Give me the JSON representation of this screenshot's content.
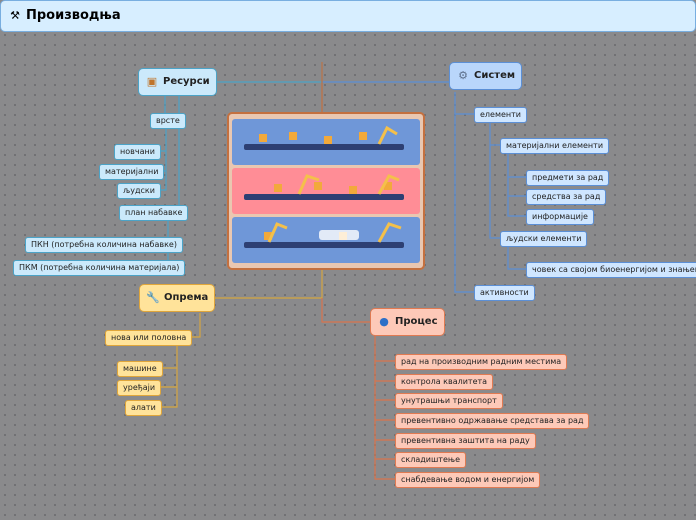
{
  "colors": {
    "blue_line": "#5b8fd6",
    "teal_line": "#4ba3c7",
    "orange_line": "#d9744c",
    "yellow_line": "#d5a640",
    "image_blue": "#6f97d8",
    "image_pink": "#ff8d96"
  },
  "root": {
    "icon": "hammer-pick-icon",
    "label": "Производња"
  },
  "resources": {
    "icon": "box-icon",
    "label": "Ресурси",
    "items": [
      "врсте",
      "новчани",
      "материјални",
      "људски",
      "план набавке",
      "ПКН (потребна количина набавке)",
      "ПКМ (потребна количина материјала)"
    ]
  },
  "system": {
    "icon": "gear-icon",
    "label": "Систем",
    "items": [
      "елементи",
      "материјални елементи",
      "предмети за рад",
      "средства за рад",
      "информације",
      "људски елементи",
      "човек са својом биоенергијом и знањем",
      "активности"
    ]
  },
  "equipment": {
    "icon": "wrench-icon",
    "label": "Опрема",
    "items": [
      "нова или половна",
      "машине",
      "уређаји",
      "алати"
    ]
  },
  "process": {
    "icon": "globe-icon",
    "label": "Процес",
    "items": [
      "рад на производним радним местима",
      "контрола квалитета",
      "унутрашњи транспорт",
      "превентивно одржавање средстава за рад",
      "превентивна заштита на раду",
      "складиштење",
      "снабдевање водом и енергијом"
    ]
  }
}
